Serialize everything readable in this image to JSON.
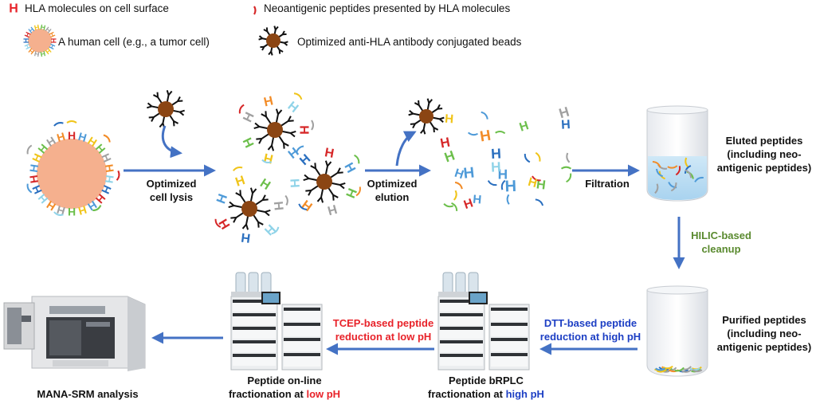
{
  "legend": {
    "hla": "HLA molecules on cell surface",
    "peptide": "Neoantigenic peptides presented by HLA molecules",
    "cell": "A human cell (e.g., a tumor cell)",
    "beads": "Optimized anti-HLA antibody conjugated beads"
  },
  "glyph": {
    "hla": "H"
  },
  "steps": {
    "lysis": [
      "Optimized",
      "cell lysis"
    ],
    "elution": [
      "Optimized",
      "elution"
    ],
    "filtration": "Filtration",
    "eluted": [
      "Eluted peptides",
      "(including neo-",
      "antigenic peptides)"
    ],
    "hilic": [
      "HILIC-based",
      "cleanup"
    ],
    "purified": [
      "Purified peptides",
      "(including neo-",
      "antigenic peptides)"
    ],
    "dtt": [
      "DTT-based peptide",
      "reduction at high pH"
    ],
    "bprlc": [
      "Peptide bRPLC",
      "fractionation at ",
      "high pH"
    ],
    "tcep": [
      "TCEP-based peptide",
      "reduction at low pH"
    ],
    "online": [
      "Peptide on-line",
      "fractionation at ",
      "low pH"
    ],
    "mana": "MANA-SRM analysis"
  },
  "colors": {
    "arrow": "#4472c4",
    "cell": "#f5b08e",
    "bead": "#8b4513",
    "red": "#e8232a",
    "blue": "#1d3fc4",
    "green": "#5a8a2f",
    "hla_palette": [
      "#d62728",
      "#4e9ad8",
      "#f0c419",
      "#6cbf4b",
      "#a0a0a0",
      "#f28c28",
      "#8fd3e8",
      "#2a6fbf"
    ]
  }
}
